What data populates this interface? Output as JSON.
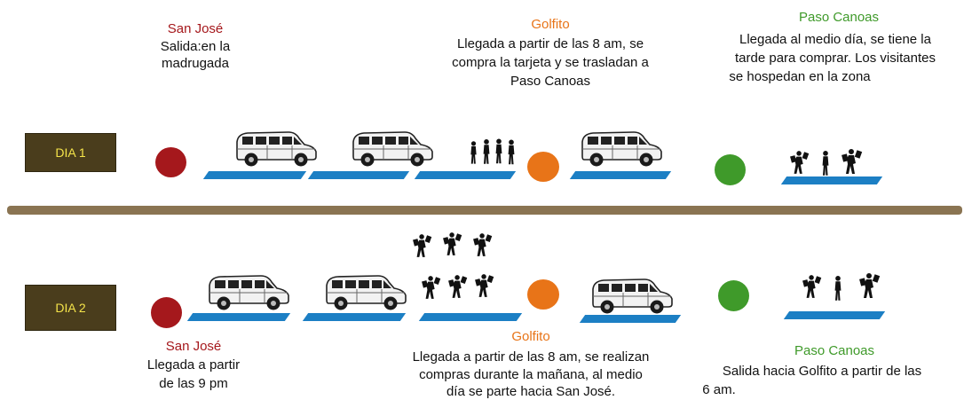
{
  "colors": {
    "san_jose": "#a5181c",
    "golfito": "#e87418",
    "paso_canoas": "#3f9a2a",
    "road": "#1c7fc4",
    "day_box_bg": "#4a3d1c",
    "day_box_text": "#f5e44a",
    "divider": "#8a7452"
  },
  "icons": [
    "van-icon",
    "walking-people-icon",
    "shoppers-carrying-bags-icon"
  ],
  "day1": {
    "label": "DIA 1",
    "san_jose": {
      "title": "San José",
      "line1": "Salida:en la",
      "line2": "madrugada"
    },
    "golfito": {
      "title": "Golfito",
      "line1": "Llegada a partir de las 8 am, se",
      "line2": "compra la tarjeta y se trasladan a",
      "line3": "Paso Canoas"
    },
    "paso_canoas": {
      "title": "Paso Canoas",
      "line1": "Llegada al medio día, se tiene la",
      "line2": "tarde para comprar. Los visitantes",
      "line3": "se hospedan en la zona"
    }
  },
  "day2": {
    "label": "DIA 2",
    "san_jose": {
      "title": "San José",
      "line1": "Llegada a partir",
      "line2": "de las 9 pm"
    },
    "golfito": {
      "title": "Golfito",
      "line1": "Llegada a partir de las 8 am, se realizan",
      "line2": "compras durante la mañana, al medio",
      "line3": "día se parte hacia San José."
    },
    "paso_canoas": {
      "title": "Paso Canoas",
      "line1": "Salida hacia Golfito a partir de las",
      "line2": "6 am."
    }
  }
}
